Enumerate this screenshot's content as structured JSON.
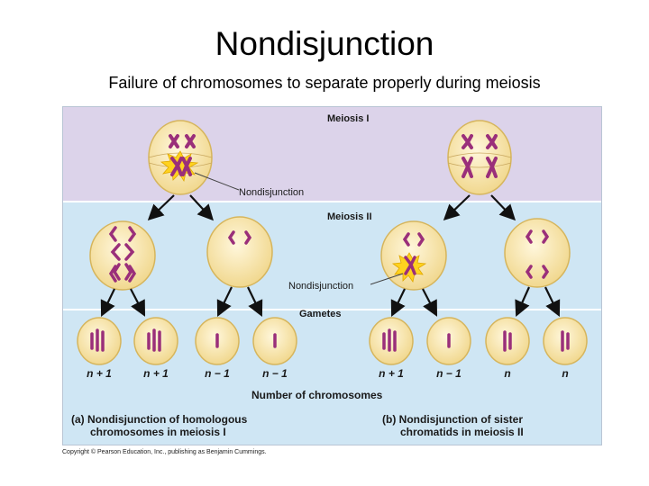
{
  "title": "Nondisjunction",
  "subtitle": "Failure of chromosomes to separate properly during meiosis",
  "diagram": {
    "stages": {
      "meiosis1": "Meiosis I",
      "meiosis2": "Meiosis II",
      "gametes": "Gametes"
    },
    "callouts": {
      "nondisjunction_1": "Nondisjunction",
      "nondisjunction_2": "Nondisjunction"
    },
    "gamete_labels": [
      "n + 1",
      "n + 1",
      "n − 1",
      "n − 1",
      "n + 1",
      "n − 1",
      "n",
      "n"
    ],
    "axis_label": "Number of chromosomes",
    "caption_a": [
      "(a) Nondisjunction of homologous",
      "chromosomes in meiosis I"
    ],
    "caption_b": [
      "(b) Nondisjunction of sister",
      "chromatids in meiosis II"
    ],
    "colors": {
      "meiosis1_band": "#dcd3ea",
      "meiosis2_band": "#cfe6f4",
      "cell_fill": "#f6e2a6",
      "chromosome": "#9a2f7a",
      "burst": "#ffd21f"
    }
  },
  "copyright": "Copyright © Pearson Education, Inc., publishing as Benjamin Cummings."
}
